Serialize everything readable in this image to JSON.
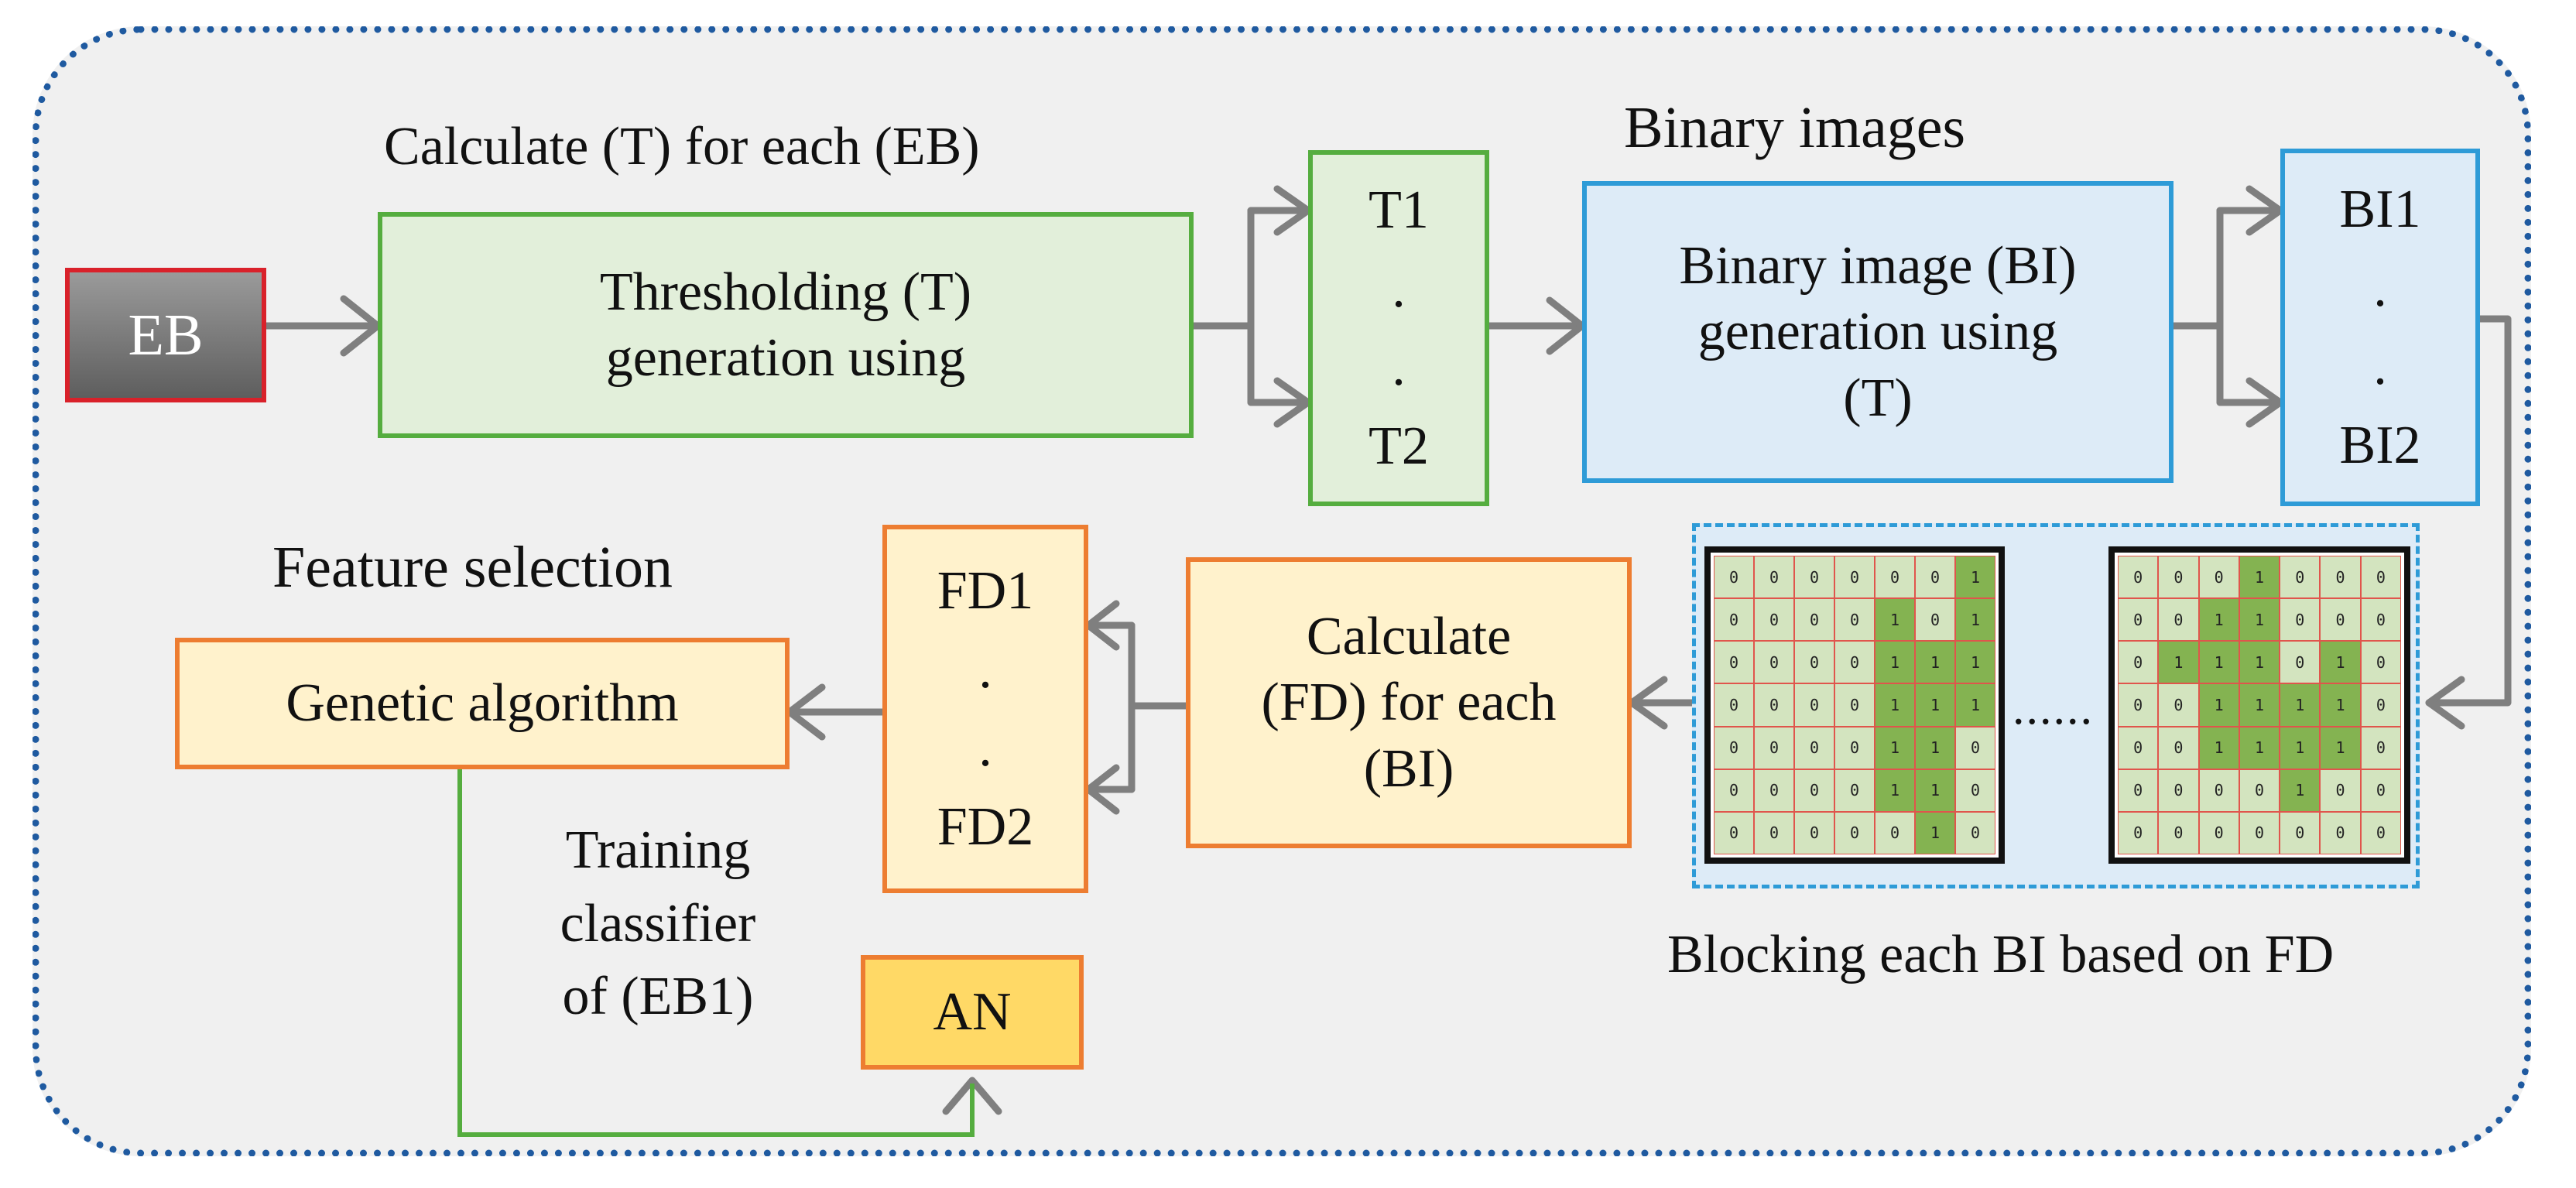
{
  "labels": {
    "calc_t": "Calculate (T) for each (EB)",
    "binary_images": "Binary images",
    "feature_selection": "Feature selection",
    "blocking": "Blocking each BI based on FD",
    "training": [
      "Training",
      "classifier",
      "of (EB1)"
    ]
  },
  "boxes": {
    "eb": "EB",
    "thresholding": [
      "Thresholding (T)",
      "generation using"
    ],
    "t_list": [
      "T1",
      ".",
      ".",
      "T2"
    ],
    "binary_gen": [
      "Binary image (BI)",
      "generation using",
      "(T)"
    ],
    "bi_list": [
      "BI1",
      ".",
      ".",
      "BI2"
    ],
    "calc_fd": [
      "Calculate",
      "(FD) for each",
      "(BI)"
    ],
    "fd_list": [
      "FD1",
      ".",
      ".",
      "FD2"
    ],
    "genetic": "Genetic algorithm",
    "an": "AN"
  },
  "grids": {
    "first": [
      [
        0,
        0,
        0,
        0,
        0,
        0,
        1
      ],
      [
        0,
        0,
        0,
        0,
        1,
        0,
        1
      ],
      [
        0,
        0,
        0,
        0,
        1,
        1,
        1
      ],
      [
        0,
        0,
        0,
        0,
        1,
        1,
        1
      ],
      [
        0,
        0,
        0,
        0,
        1,
        1,
        0
      ],
      [
        0,
        0,
        0,
        0,
        1,
        1,
        0
      ],
      [
        0,
        0,
        0,
        0,
        0,
        1,
        0
      ]
    ],
    "second": [
      [
        0,
        0,
        0,
        1,
        0,
        0,
        0
      ],
      [
        0,
        0,
        1,
        1,
        0,
        0,
        0
      ],
      [
        0,
        1,
        1,
        1,
        0,
        1,
        0
      ],
      [
        0,
        0,
        1,
        1,
        1,
        1,
        0
      ],
      [
        0,
        0,
        1,
        1,
        1,
        1,
        0
      ],
      [
        0,
        0,
        0,
        0,
        1,
        0,
        0
      ],
      [
        0,
        0,
        0,
        0,
        0,
        0,
        0
      ]
    ],
    "ellipsis": "......"
  },
  "colors": {
    "green_border": "#55ad3f",
    "blue_border": "#2e9bd7",
    "orange_border": "#ed7d31",
    "frame": "#1f5aa0",
    "arrow": "#7f7f7f"
  }
}
